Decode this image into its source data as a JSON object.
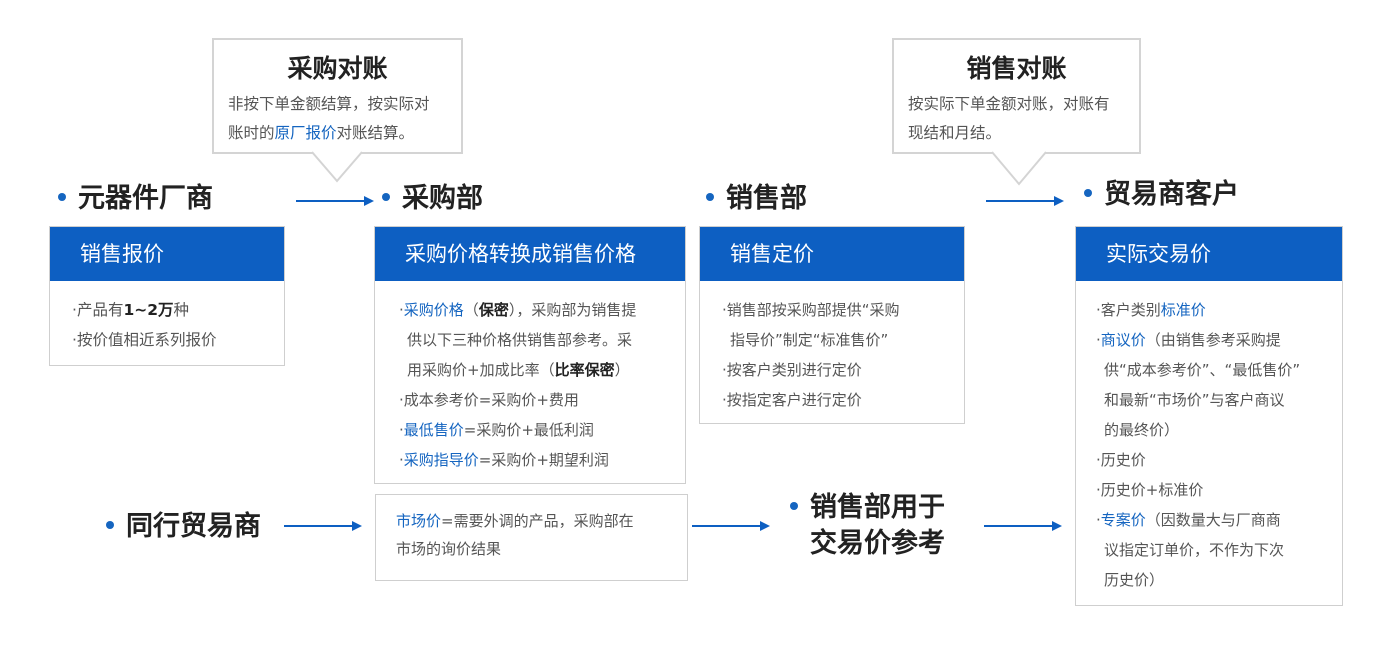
{
  "callouts": {
    "purchase": {
      "title": "采购对账",
      "line1": "非按下单金额结算，按实际对",
      "line2a": "账时的",
      "line2b": "原厂报价",
      "line2c": "对账结算。"
    },
    "sales": {
      "title": "销售对账",
      "line1": "按实际下单金额对账，对账有",
      "line2": "现结和月结。"
    }
  },
  "nodes": {
    "manufacturer": "元器件厂商",
    "purchasing": "采购部",
    "sales": "销售部",
    "trader_customer": "贸易商客户",
    "peer_trader": "同行贸易商",
    "sales_reference_1": "销售部用于",
    "sales_reference_2": "交易价参考"
  },
  "boxes": {
    "manufacturer": {
      "header": "销售报价",
      "i1a": "产品有",
      "i1b": "1~2万",
      "i1c": "种",
      "i2": "按价值相近系列报价"
    },
    "purchasing": {
      "header": "采购价格转换成销售价格",
      "i1a": "采购价格",
      "i1b": "（",
      "i1c": "保密",
      "i1d": "），采购部为销售提",
      "i2": "供以下三种价格供销售部参考。采",
      "i3a": "用采购价+加成比率（",
      "i3b": "比率保密",
      "i3c": "）",
      "i4": "成本参考价=采购价+费用",
      "i5a": "最低售价",
      "i5b": "=采购价+最低利润",
      "i6a": "采购指导价",
      "i6b": "=采购价+期望利润"
    },
    "sales": {
      "header": "销售定价",
      "i1": "销售部按采购部提供“采购",
      "i2": "指导价”制定“标准售价”",
      "i3": "按客户类别进行定价",
      "i4": "按指定客户进行定价"
    },
    "customer": {
      "header": "实际交易价",
      "i1a": "客户类别",
      "i1b": "标准价",
      "i2a": "商议价",
      "i2b": "（由销售参考采购提",
      "i3": "供“成本参考价”、“最低售价”",
      "i4": "和最新“市场价”与客户商议",
      "i5": "的最终价）",
      "i6": "历史价",
      "i7": "历史价+标准价",
      "i8a": "专案价",
      "i8b": "（因数量大与厂商商",
      "i9": "议指定订单价，不作为下次",
      "i10": "历史价）"
    },
    "market": {
      "l1a": "市场价",
      "l1b": "=需要外调的产品，采购部在",
      "l2": "市场的询价结果"
    }
  },
  "colors": {
    "accent": "#0d5fc2",
    "link": "#1565c0",
    "border": "#cfcfcf"
  }
}
